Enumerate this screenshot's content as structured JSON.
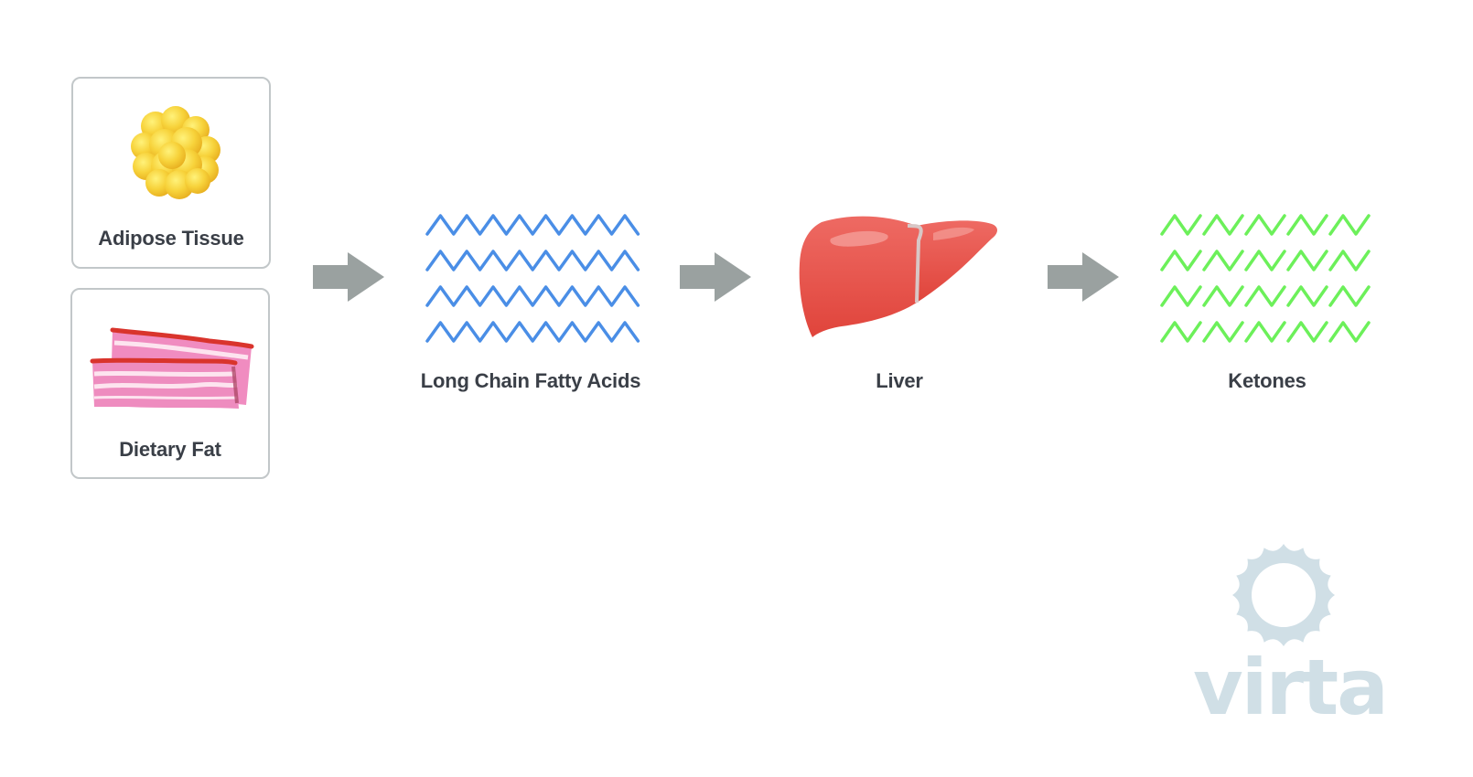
{
  "diagram": {
    "sources": [
      {
        "label": "Adipose Tissue",
        "icon": "fat-cell-cluster-icon"
      },
      {
        "label": "Dietary Fat",
        "icon": "bacon-icon"
      }
    ],
    "steps": [
      {
        "label": "Long Chain Fatty Acids",
        "icon": "zigzag-chains-icon",
        "color": "#4a8ee6"
      },
      {
        "label": "Liver",
        "icon": "liver-icon",
        "color": "#e8554d"
      },
      {
        "label": "Ketones",
        "icon": "short-zigzag-chains-icon",
        "color": "#6cf05a"
      }
    ],
    "arrow_color": "#9aa1a0",
    "card_border_color": "#c2c7c9"
  },
  "logo": {
    "text": "virta",
    "color": "#d0dfe6",
    "icon": "sun-icon"
  }
}
